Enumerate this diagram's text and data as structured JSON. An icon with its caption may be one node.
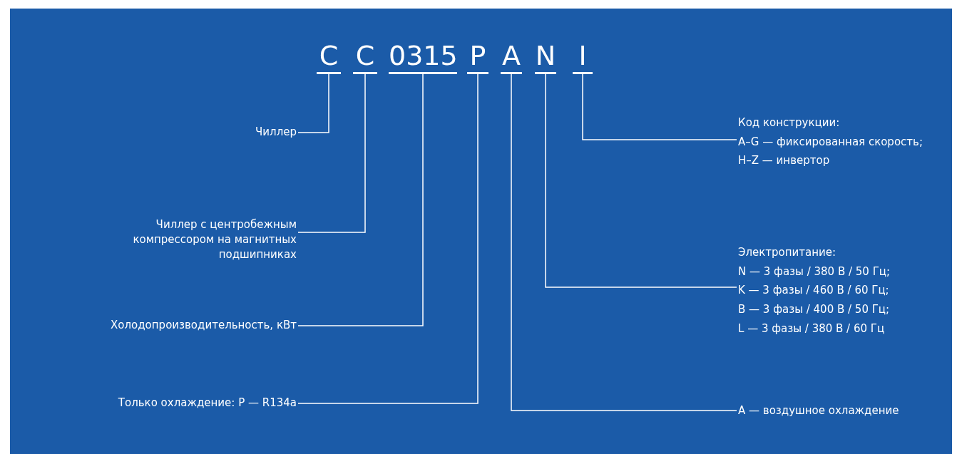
{
  "diagram": {
    "nodes": [
      {
        "text": [
          "C"
        ]
      },
      {
        "text": [
          "C"
        ]
      },
      {
        "text": [
          "0315"
        ]
      },
      {
        "text": [
          "P"
        ]
      },
      {
        "text": [
          "A"
        ]
      },
      {
        "text": [
          "N"
        ]
      },
      {
        "text": [
          "I"
        ]
      },
      {
        "text": [
          "Чиллер"
        ]
      },
      {
        "text": [
          "Код конструкции:",
          "A–G — фиксированная скорость;",
          "H–Z — инвертор"
        ]
      },
      {
        "text": [
          "Чиллер с центробежным компрессором на магнитных подшипниках"
        ]
      },
      {
        "text": [
          "Электропитание:",
          "N — 3 фазы / 380 В / 50 Гц;",
          "K — 3 фазы / 460 В / 60 Гц;",
          "B — 3 фазы / 400 В / 50 Гц;",
          "L — 3 фазы / 380 В / 60 Гц"
        ]
      },
      {
        "text": [
          "Холодопроизводительность, кВт"
        ]
      },
      {
        "text": [
          "Только охлаждение: P — R134a"
        ]
      },
      {
        "text": [
          "A — воздушное охлаждение"
        ]
      }
    ],
    "edges": [
      {
        "from": 7,
        "to": 0,
        "arrow": "none"
      },
      {
        "from": 8,
        "to": 6,
        "arrow": "none"
      },
      {
        "from": 9,
        "to": 1,
        "arrow": "none"
      },
      {
        "from": 10,
        "to": 5,
        "arrow": "none"
      },
      {
        "from": 11,
        "to": 2,
        "arrow": "none"
      },
      {
        "from": 12,
        "to": 3,
        "arrow": "none"
      },
      {
        "from": 13,
        "to": 4,
        "arrow": "none"
      }
    ]
  }
}
